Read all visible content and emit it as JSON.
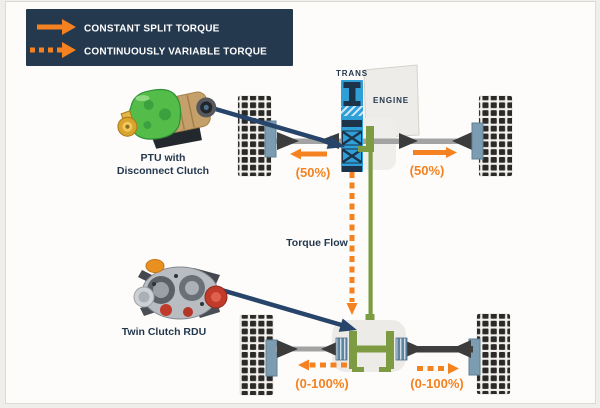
{
  "colors": {
    "navy": "#24384e",
    "navy_arrow": "#27446a",
    "orange": "#f58220",
    "blue": "#2f9fd8",
    "green": "#7d9b43",
    "axle_gray": "#a3a3a3"
  },
  "legend": {
    "items": [
      {
        "label": "CONSTANT SPLIT TORQUE",
        "style": "solid"
      },
      {
        "label": "CONTINUOUSLY VARIABLE TORQUE",
        "style": "dashed"
      }
    ]
  },
  "powertrain": {
    "trans_label": "TRANS",
    "engine_label": "ENGINE"
  },
  "components": {
    "ptu_label_line1": "PTU with",
    "ptu_label_line2": "Disconnect Clutch",
    "rdu_label": "Twin Clutch RDU"
  },
  "flow": {
    "torque_flow_label": "Torque Flow",
    "front_left": "(50%)",
    "front_right": "(50%)",
    "rear_left": "(0-100%)",
    "rear_right": "(0-100%)"
  }
}
